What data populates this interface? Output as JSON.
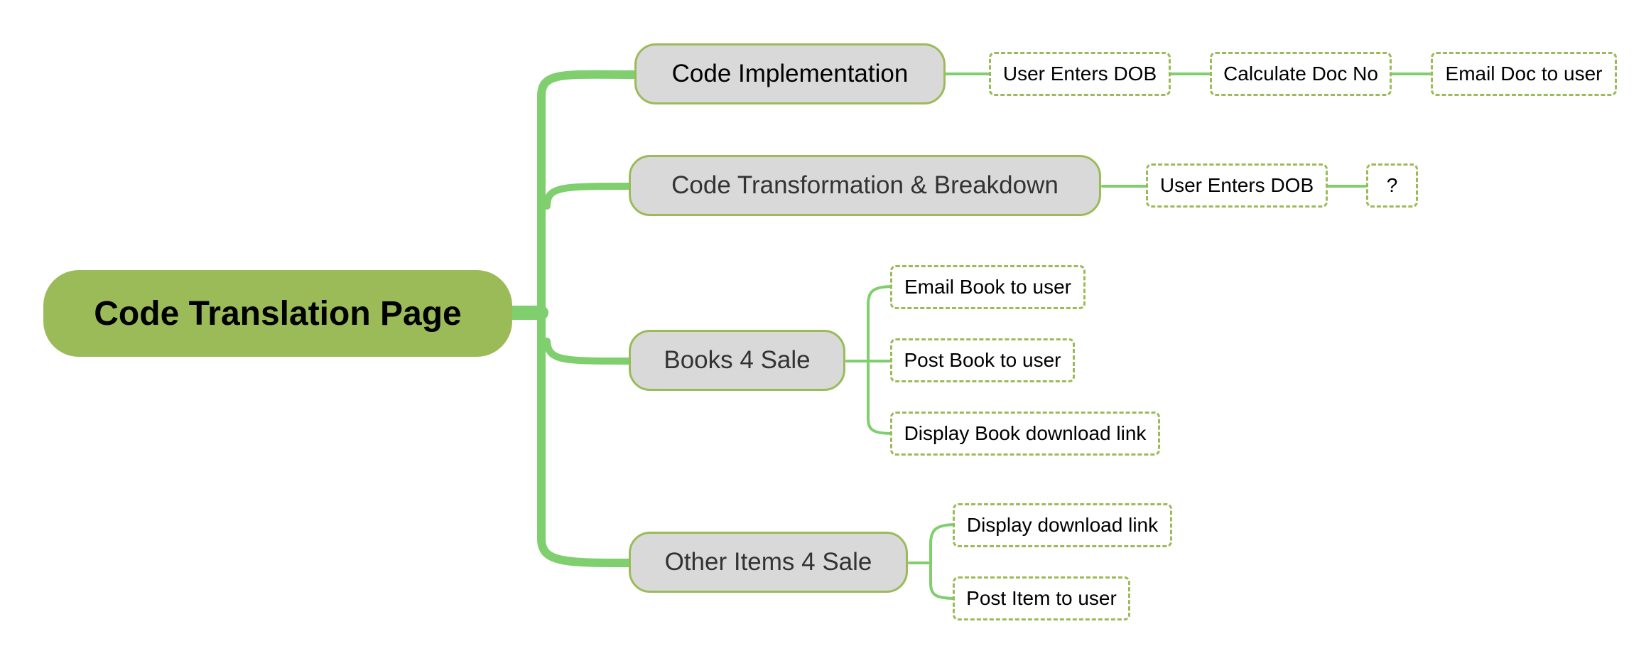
{
  "root": {
    "label": "Code Translation Page"
  },
  "branches": [
    {
      "label": "Code Implementation",
      "children": [
        "User Enters DOB",
        "Calculate Doc No",
        "Email Doc to user"
      ]
    },
    {
      "label": "Code Transformation & Breakdown",
      "children": [
        "User Enters DOB",
        "?"
      ]
    },
    {
      "label": "Books 4 Sale",
      "children": [
        "Email Book to user",
        "Post Book to user",
        "Display Book download link"
      ]
    },
    {
      "label": "Other Items 4 Sale",
      "children": [
        "Display download link",
        "Post Item to user"
      ]
    }
  ],
  "colors": {
    "root_fill": "#9bbb59",
    "branch_fill": "#d9d9d9",
    "node_border": "#9bbb59",
    "connector": "#7fcf6e"
  }
}
